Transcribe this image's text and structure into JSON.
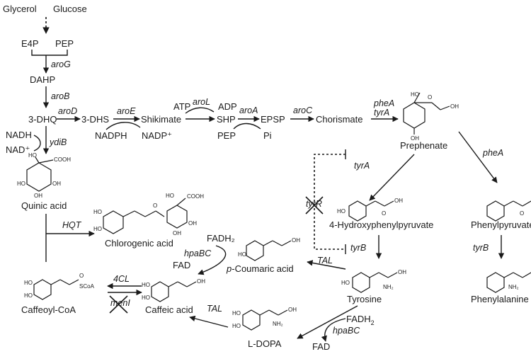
{
  "metabolites": {
    "glycerol": "Glycerol",
    "glucose": "Glucose",
    "e4p": "E4P",
    "pep": "PEP",
    "dahp": "DAHP",
    "dhq": "3-DHQ",
    "dhs": "3-DHS",
    "shikimate": "Shikimate",
    "atp": "ATP",
    "adp": "ADP",
    "shp": "SHP",
    "pep2": "PEP",
    "epsp": "EPSP",
    "pi": "Pi",
    "chorismate": "Chorismate",
    "prephenate": "Prephenate",
    "nadph": "NADPH",
    "nadp": "NADP⁺",
    "nadh": "NADH",
    "nad": "NAD⁺",
    "quinic": "Quinic acid",
    "chlorogenic": "Chlorogenic acid",
    "hpp": "4-Hydroxyphenylpyruvate",
    "phenylpyruvate": "Phenylpyruvate",
    "fadh2_a": "FADH₂",
    "fad_a": "FAD",
    "coumaric_p": "p",
    "coumaric_rest": "-Coumaric acid",
    "caffeoylcoa": "Caffeoyl-CoA",
    "caffeic": "Caffeic acid",
    "tyrosine": "Tyrosine",
    "phenylalanine": "Phenylalanine",
    "ldopa": "L-DOPA",
    "fadh2_b": "FADH",
    "fadh2_b_sub": "2",
    "fad_b": "FAD"
  },
  "enzymes": {
    "aroG": "aroG",
    "aroB": "aroB",
    "aroD": "aroD",
    "aroE": "aroE",
    "aroL": "aroL",
    "aroA": "aroA",
    "aroC": "aroC",
    "pheA_top": "pheA",
    "tyrA_top": "tyrA",
    "ydiB": "ydiB",
    "tyrA": "tyrA",
    "pheA": "pheA",
    "tyrR": "tyrR",
    "tyrB": "tyrB",
    "tyrB_right": "tyrB",
    "hqt": "HQT",
    "hpaBC_a": "hpaBC",
    "tal_a": "TAL",
    "fourCL": "4CL",
    "menI": "menI",
    "tal_b": "TAL",
    "hpaBC_b": "hpaBC"
  },
  "structure_labels": {
    "cooh": "COOH",
    "ho": "HO",
    "oh": "OH",
    "nh2": "NH₂",
    "o": "O",
    "scoa": "SCoA"
  }
}
